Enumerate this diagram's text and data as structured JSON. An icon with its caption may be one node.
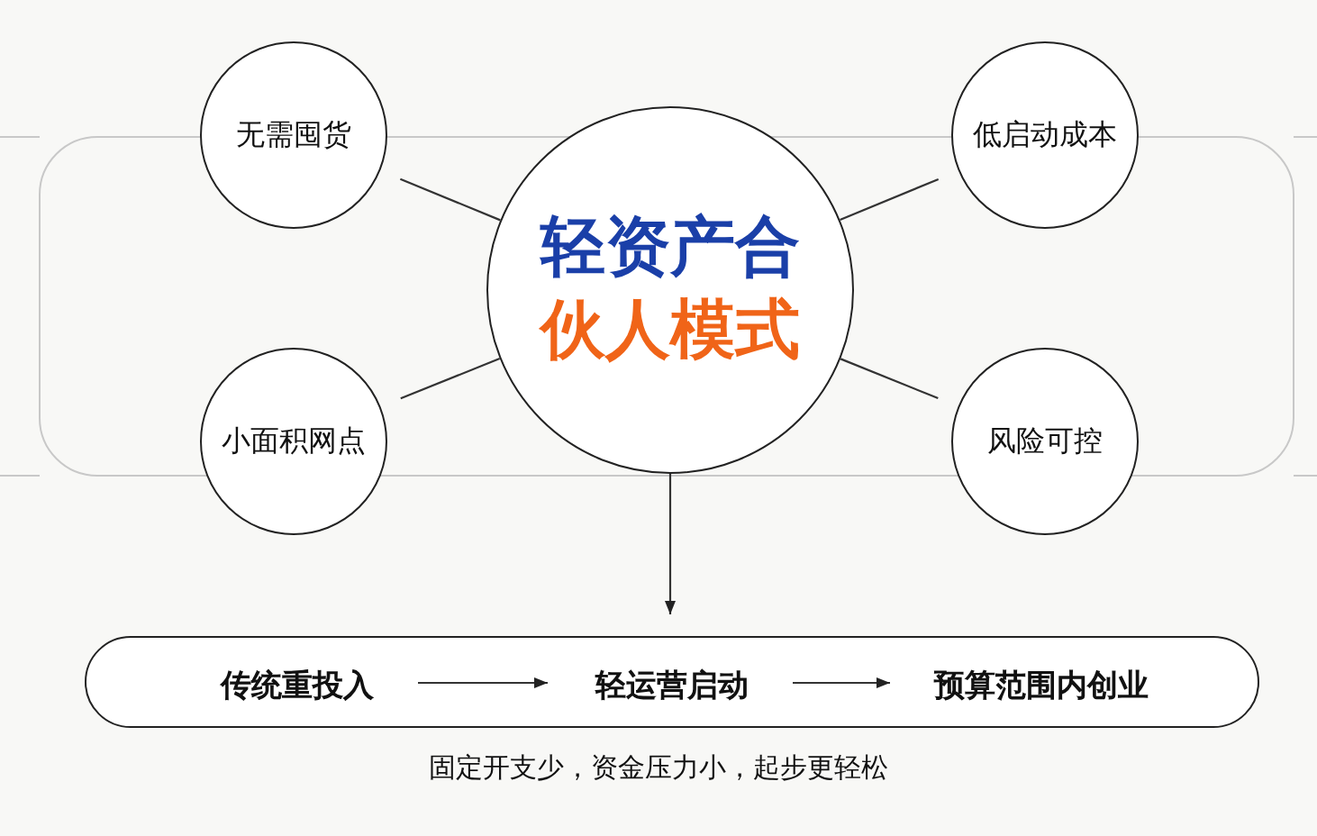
{
  "diagram": {
    "nodes": [
      {
        "text": [
          "轻资产合",
          "伙人模式"
        ]
      },
      {
        "text": [
          "无需囤货"
        ]
      },
      {
        "text": [
          "低启动成本"
        ]
      },
      {
        "text": [
          "小面积网点"
        ]
      },
      {
        "text": [
          "风险可控"
        ]
      },
      {
        "text": [],
        "shape": "bar"
      },
      {
        "text": [
          "传统重投入"
        ],
        "in": 5
      },
      {
        "text": [
          "轻运营启动"
        ],
        "in": 5
      },
      {
        "text": [
          "预算范围内创业"
        ],
        "in": 5
      }
    ],
    "edges": [
      {
        "from": 0,
        "to": 1,
        "arrow": "none"
      },
      {
        "from": 0,
        "to": 2,
        "arrow": "none"
      },
      {
        "from": 0,
        "to": 3,
        "arrow": "none"
      },
      {
        "from": 0,
        "to": 4,
        "arrow": "none"
      },
      {
        "from": 0,
        "to": 5,
        "arrow": "to"
      },
      {
        "from": 6,
        "to": 7,
        "arrow": "to"
      },
      {
        "from": 7,
        "to": 8,
        "arrow": "to"
      }
    ],
    "labels": [
      "固定开支少，资金压力小，起步更轻松"
    ]
  }
}
